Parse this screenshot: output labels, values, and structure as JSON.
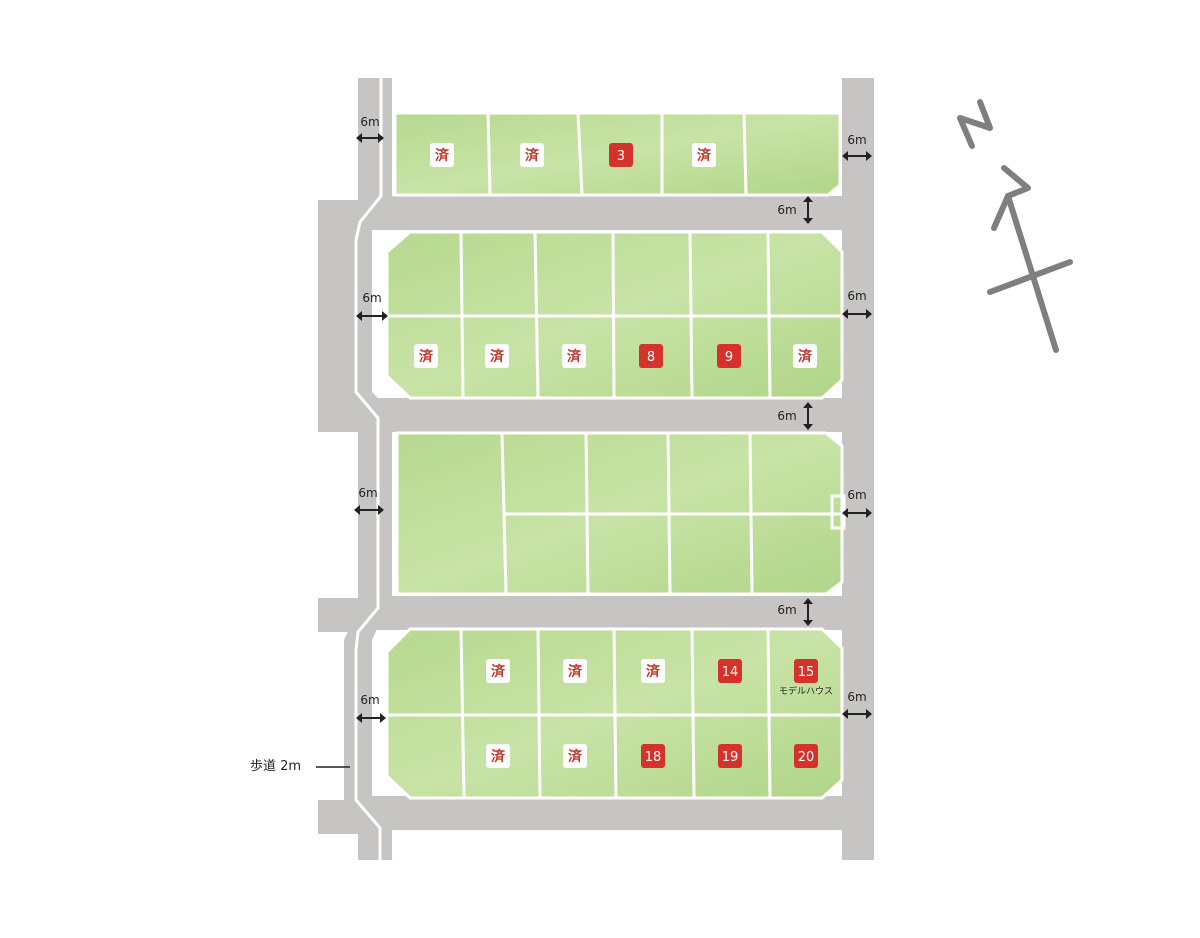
{
  "map": {
    "sold_label": "済",
    "colors": {
      "road": "#c6c5c4",
      "lot": "#b6d98f",
      "lot_light": "#c8e3a6",
      "lot_border": "#ffffff",
      "available": "#d6322c",
      "sold_badge": "#ffffff",
      "sold_text": "#c0392b",
      "compass": "#7f7f7f"
    },
    "compass": {
      "letter": "N"
    },
    "road_widths": [
      {
        "label": "6m"
      },
      {
        "label": "6m"
      },
      {
        "label": "6m"
      },
      {
        "label": "6m"
      },
      {
        "label": "6m"
      },
      {
        "label": "6m"
      },
      {
        "label": "6m"
      },
      {
        "label": "6m"
      },
      {
        "label": "6m"
      },
      {
        "label": "6m"
      },
      {
        "label": "6m"
      }
    ],
    "sidewalk": {
      "label": "歩道 2m"
    },
    "model_house": {
      "lot": "15",
      "label": "モデルハウス"
    },
    "blocks": [
      {
        "name": "block-1",
        "lots": [
          {
            "status": "sold"
          },
          {
            "status": "sold"
          },
          {
            "status": "available",
            "number": "3"
          },
          {
            "status": "sold"
          },
          {
            "status": "none"
          }
        ]
      },
      {
        "name": "block-2",
        "lots": [
          {
            "status": "sold"
          },
          {
            "status": "sold"
          },
          {
            "status": "sold"
          },
          {
            "status": "available",
            "number": "8"
          },
          {
            "status": "available",
            "number": "9"
          },
          {
            "status": "sold"
          }
        ]
      },
      {
        "name": "block-4",
        "lots": [
          {
            "status": "sold"
          },
          {
            "status": "sold"
          },
          {
            "status": "sold"
          },
          {
            "status": "available",
            "number": "14"
          },
          {
            "status": "available",
            "number": "15"
          },
          {
            "status": "sold"
          },
          {
            "status": "sold"
          },
          {
            "status": "available",
            "number": "18"
          },
          {
            "status": "available",
            "number": "19"
          },
          {
            "status": "available",
            "number": "20"
          }
        ]
      }
    ]
  }
}
